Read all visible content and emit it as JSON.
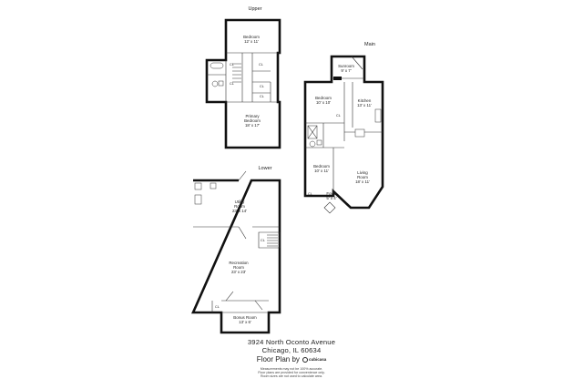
{
  "floors": {
    "upper": {
      "title": "Upper",
      "rooms": {
        "bedroom": {
          "name": "Bedroom",
          "dims": "12' x 11'"
        },
        "primary": {
          "name": "Primary",
          "name2": "Bedroom",
          "dims": "18' x 17'"
        }
      },
      "closet": "CL"
    },
    "main": {
      "title": "Main",
      "rooms": {
        "sunroom": {
          "name": "Sunroom",
          "dims": "9' x 7'"
        },
        "bedroom1": {
          "name": "Bedroom",
          "dims": "10' x 10'"
        },
        "kitchen": {
          "name": "Kitchen",
          "dims": "13' x 11'"
        },
        "bedroom2": {
          "name": "Bedroom",
          "dims": "10' x 11'"
        },
        "living": {
          "name": "Living",
          "name2": "Room",
          "dims": "18' x 11'"
        },
        "foyer": {
          "name": "Foyer",
          "dims": "5' x 4'"
        }
      },
      "closet": "CL"
    },
    "lower": {
      "title": "Lower",
      "rooms": {
        "utility": {
          "name": "Utility",
          "name2": "Room",
          "dims": "23' x 14'"
        },
        "recreation": {
          "name": "Recreation",
          "name2": "Room",
          "dims": "23' x 23'"
        },
        "bonus": {
          "name": "Bonus Room",
          "dims": "13' x 6'"
        }
      },
      "closet": "CL"
    }
  },
  "footer": {
    "address_line1": "3924 North Oconto Avenue",
    "address_line2": "Chicago, IL 60634",
    "floor_plan_by": "Floor Plan by",
    "brand": "cubicasa",
    "disclaimer": [
      "Measurements may not be 100% accurate.",
      "Floor plans are provided for convenience only.",
      "Room sizes are not used to calculate area."
    ]
  }
}
